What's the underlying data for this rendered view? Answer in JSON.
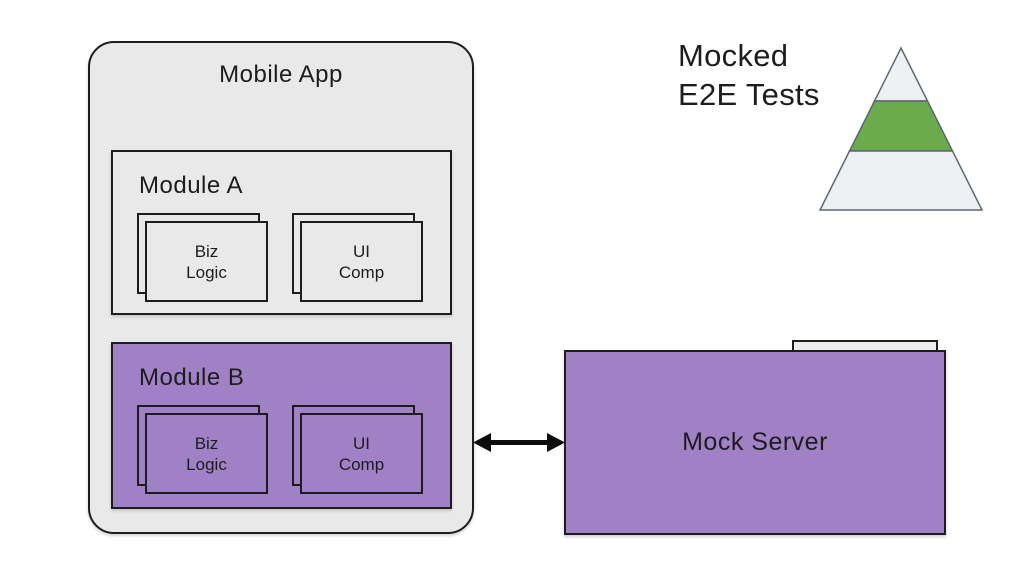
{
  "colors": {
    "box-gray": "#e9e9e9",
    "purple": "#a081c6",
    "green": "#6cab4d",
    "pyramid-light": "#eff0f1",
    "pyramid-stroke": "#5b6775",
    "tab-gray": "#ededed",
    "line": "#1d1d1f",
    "ink": "#1d1d1f"
  },
  "mobile_app": {
    "title": "Mobile App",
    "modules": [
      {
        "label": "Module A",
        "variant": "gray",
        "cards": [
          {
            "line1": "Biz",
            "line2": "Logic"
          },
          {
            "line1": "UI",
            "line2": "Comp"
          }
        ]
      },
      {
        "label": "Module B",
        "variant": "purple",
        "cards": [
          {
            "line1": "Biz",
            "line2": "Logic"
          },
          {
            "line1": "UI",
            "line2": "Comp"
          }
        ]
      }
    ]
  },
  "connector": {
    "icon": "double-headed-arrow"
  },
  "mock_server": {
    "label": "Mock Server"
  },
  "pyramid": {
    "heading_line1": "Mocked",
    "heading_line2": "E2E Tests",
    "levels": 3,
    "highlighted_level": "middle",
    "highlight_color": "#6cab4d"
  }
}
